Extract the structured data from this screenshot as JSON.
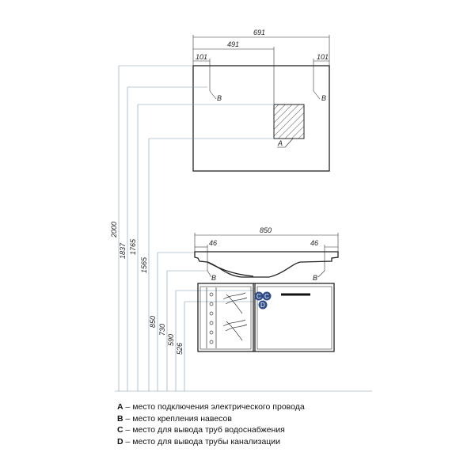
{
  "dimensions": {
    "mirror_width": "691",
    "mirror_offset": "491",
    "mirror_left_margin": "101",
    "mirror_right_margin": "101",
    "cabinet_width": "850",
    "cabinet_left_margin": "46",
    "cabinet_right_margin": "46",
    "heights": [
      "2000",
      "1837",
      "1765",
      "1565",
      "850",
      "730",
      "590",
      "526"
    ]
  },
  "markers": {
    "a": "A",
    "b": "B",
    "c": "C",
    "d": "D"
  },
  "legend": [
    {
      "key": "A",
      "text": " – место подключения электрического провода"
    },
    {
      "key": "B",
      "text": " – место крепления навесов"
    },
    {
      "key": "C",
      "text": " – место для вывода труб водоснабжения"
    },
    {
      "key": "D",
      "text": " – место для вывода трубы канализации"
    }
  ],
  "colors": {
    "marker_fill": "#2f4f8a",
    "guide_line": "#7a9bb0"
  }
}
